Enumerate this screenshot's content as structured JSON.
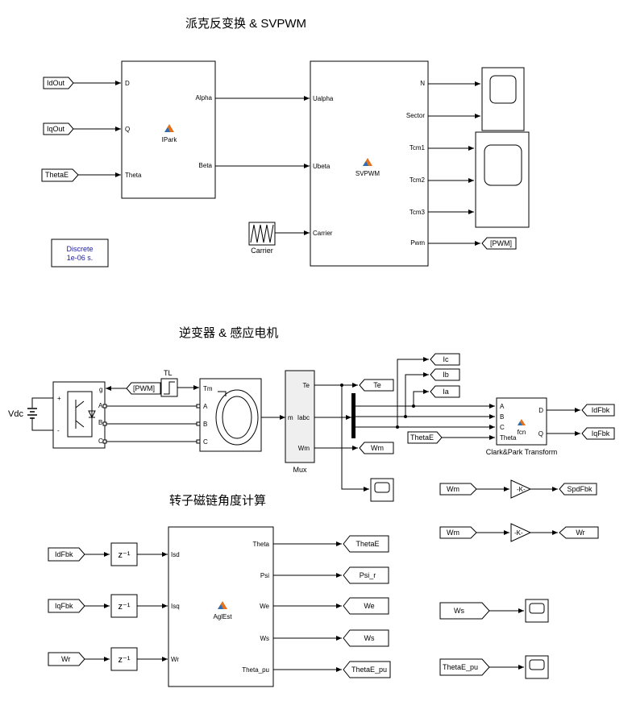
{
  "sections": {
    "s1_title": "派克反变换 & SVPWM",
    "s2_title": "逆变器 & 感应电机",
    "s3_title": "转子磁链角度计算"
  },
  "from_tags": {
    "idout": "IdOut",
    "iqout": "IqOut",
    "thetae_in": "ThetaE",
    "pwm_in": "[PWM]",
    "thetae_clark": "ThetaE",
    "idfbk_in": "IdFbk",
    "iqfbk_in": "IqFbk",
    "wr_in": "Wr",
    "wm_in1": "Wm",
    "wm_in2": "Wm",
    "ws_in": "Ws",
    "thetae_pu_in": "ThetaE_pu"
  },
  "goto_tags": {
    "pwm_out": "[PWM]",
    "te": "Te",
    "wm": "Wm",
    "ic": "Ic",
    "ib": "Ib",
    "ia": "Ia",
    "idfbk": "IdFbk",
    "iqfbk": "IqFbk",
    "spdfbk": "SpdFbk",
    "wr": "Wr",
    "thetae": "ThetaE",
    "psi_r": "Psi_r",
    "we": "We",
    "ws": "Ws",
    "thetae_pu": "ThetaE_pu"
  },
  "ipark": {
    "name": "IPark",
    "in": [
      "D",
      "Q",
      "Theta"
    ],
    "out": [
      "Alpha",
      "Beta"
    ]
  },
  "svpwm": {
    "name": "SVPWM",
    "in": [
      "Ualpha",
      "Ubeta",
      "Carrier"
    ],
    "out": [
      "N",
      "Sector",
      "Tcm1",
      "Tcm2",
      "Tcm3",
      "Pwm"
    ]
  },
  "carrier": {
    "name": "Carrier"
  },
  "powergui": {
    "line1": "Discrete",
    "line2": "1e-06 s."
  },
  "inverter": {
    "plus": "+",
    "minus": "-",
    "g": "g",
    "a": "A",
    "b": "B",
    "c": "C"
  },
  "vdc": {
    "name": "Vdc"
  },
  "tl": {
    "name": "TL"
  },
  "motor": {
    "tm": "Tm",
    "a": "A",
    "b": "B",
    "c": "C",
    "m": "m"
  },
  "demux": {
    "name": "Mux",
    "in": "m",
    "out": [
      "Te",
      "Iabc",
      "Wm"
    ]
  },
  "clark": {
    "name": "Clark&Park Transform",
    "fcn": "fcn",
    "in": [
      "A",
      "B",
      "C",
      "Theta"
    ],
    "out": [
      "D",
      "Q"
    ]
  },
  "gain": {
    "label": "-K-"
  },
  "delay": {
    "label": "z⁻¹"
  },
  "aglest": {
    "name": "AglEst",
    "in": [
      "Isd",
      "Isq",
      "Wr"
    ],
    "out": [
      "Theta",
      "Psi",
      "We",
      "Ws",
      "Theta_pu"
    ]
  }
}
